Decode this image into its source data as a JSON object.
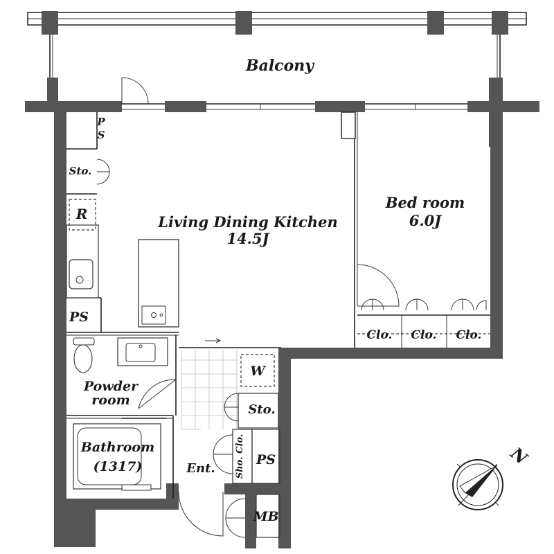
{
  "rooms": {
    "balcony": "Balcony",
    "ldk_name": "Living Dining Kitchen",
    "ldk_size": "14.5J",
    "bedroom_name": "Bed room",
    "bedroom_size": "6.0J",
    "closet_1": "Clo.",
    "closet_2": "Clo.",
    "closet_3": "Clo.",
    "powder_line1": "Powder",
    "powder_line2": "room",
    "bathroom_name": "Bathroom",
    "bathroom_size": "(1317)",
    "entrance": "Ent.",
    "shoe_closet": "Sho. Clo.",
    "storage_top": "Sto.",
    "storage_hall": "Sto.",
    "refrigerator": "R",
    "pipe_space_top_1": "P",
    "pipe_space_top_2": "S",
    "pipe_space_kitchen": "PS",
    "pipe_space_hall": "PS",
    "washer": "W",
    "meter_box": "MB"
  },
  "compass": {
    "north_label": "N",
    "icon": "compass-icon"
  },
  "colors": {
    "wall": "#555555",
    "line": "#222222",
    "tile": "#bfbfbf"
  }
}
